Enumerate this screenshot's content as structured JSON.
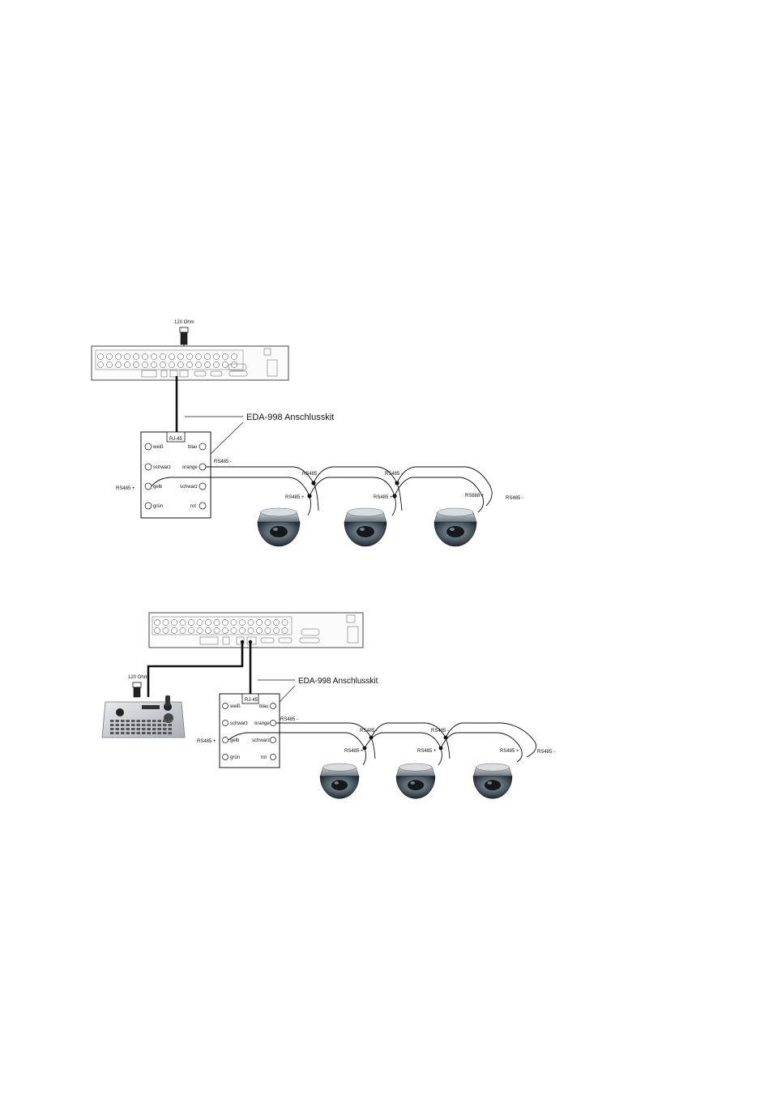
{
  "diagrams": [
    {
      "terminator_label": "120 Ohm",
      "kit_label": "EDA-998 Anschlusskit",
      "rj45_label": "RJ-45",
      "rs485_plus_side_label": "RS485 +",
      "rs485_minus_label": "RS485 -",
      "terminals_left": [
        "weiß",
        "schwarz",
        "gelb",
        "grün"
      ],
      "terminals_right": [
        "blau",
        "orange",
        "schwarz",
        "rot"
      ],
      "camera_labels": [
        {
          "minus": "RS485 -",
          "plus": "RS485 +"
        },
        {
          "minus": "RS485 -",
          "plus": "RS485 +"
        },
        {
          "minus": "RS485 -",
          "plus": "RS888 +"
        }
      ]
    },
    {
      "terminator_label": "120 Ohm",
      "kit_label": "EDA-998 Anschlusskit",
      "rj45_label": "RJ-45",
      "rs485_plus_side_label": "RS485 +",
      "rs485_minus_label": "RS485 -",
      "terminals_left": [
        "weiß",
        "schwarz",
        "gelb",
        "grün"
      ],
      "terminals_right": [
        "blau",
        "orange",
        "schwarz",
        "rot"
      ],
      "camera_labels": [
        {
          "minus": "RS485 -",
          "plus": "RS485 +"
        },
        {
          "minus": "RS485 -",
          "plus": "RS485 +"
        },
        {
          "minus": "RS485 -",
          "plus": "RS485 +"
        }
      ]
    }
  ]
}
